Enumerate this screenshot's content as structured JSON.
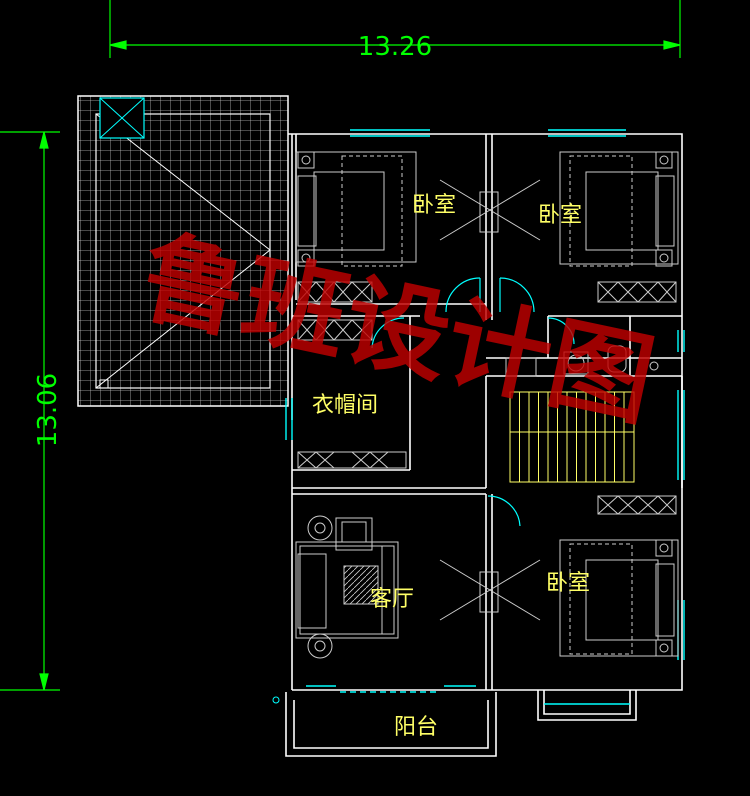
{
  "dimensions": {
    "width": "13.26",
    "height": "13.06"
  },
  "rooms": {
    "bedroom_nw": "卧室",
    "bedroom_ne": "卧室",
    "cloakroom": "衣帽间",
    "living_room": "客厅",
    "bedroom_se": "卧室",
    "balcony": "阳台"
  },
  "watermark": "鲁班设计图",
  "colors": {
    "background": "#000000",
    "wall": "#ffffff",
    "window": "#00ffff",
    "dimension": "#00ff00",
    "label": "#ffff66",
    "stairs": "#ffff66",
    "watermark": "#c00000",
    "furniture": "#cccccc"
  }
}
